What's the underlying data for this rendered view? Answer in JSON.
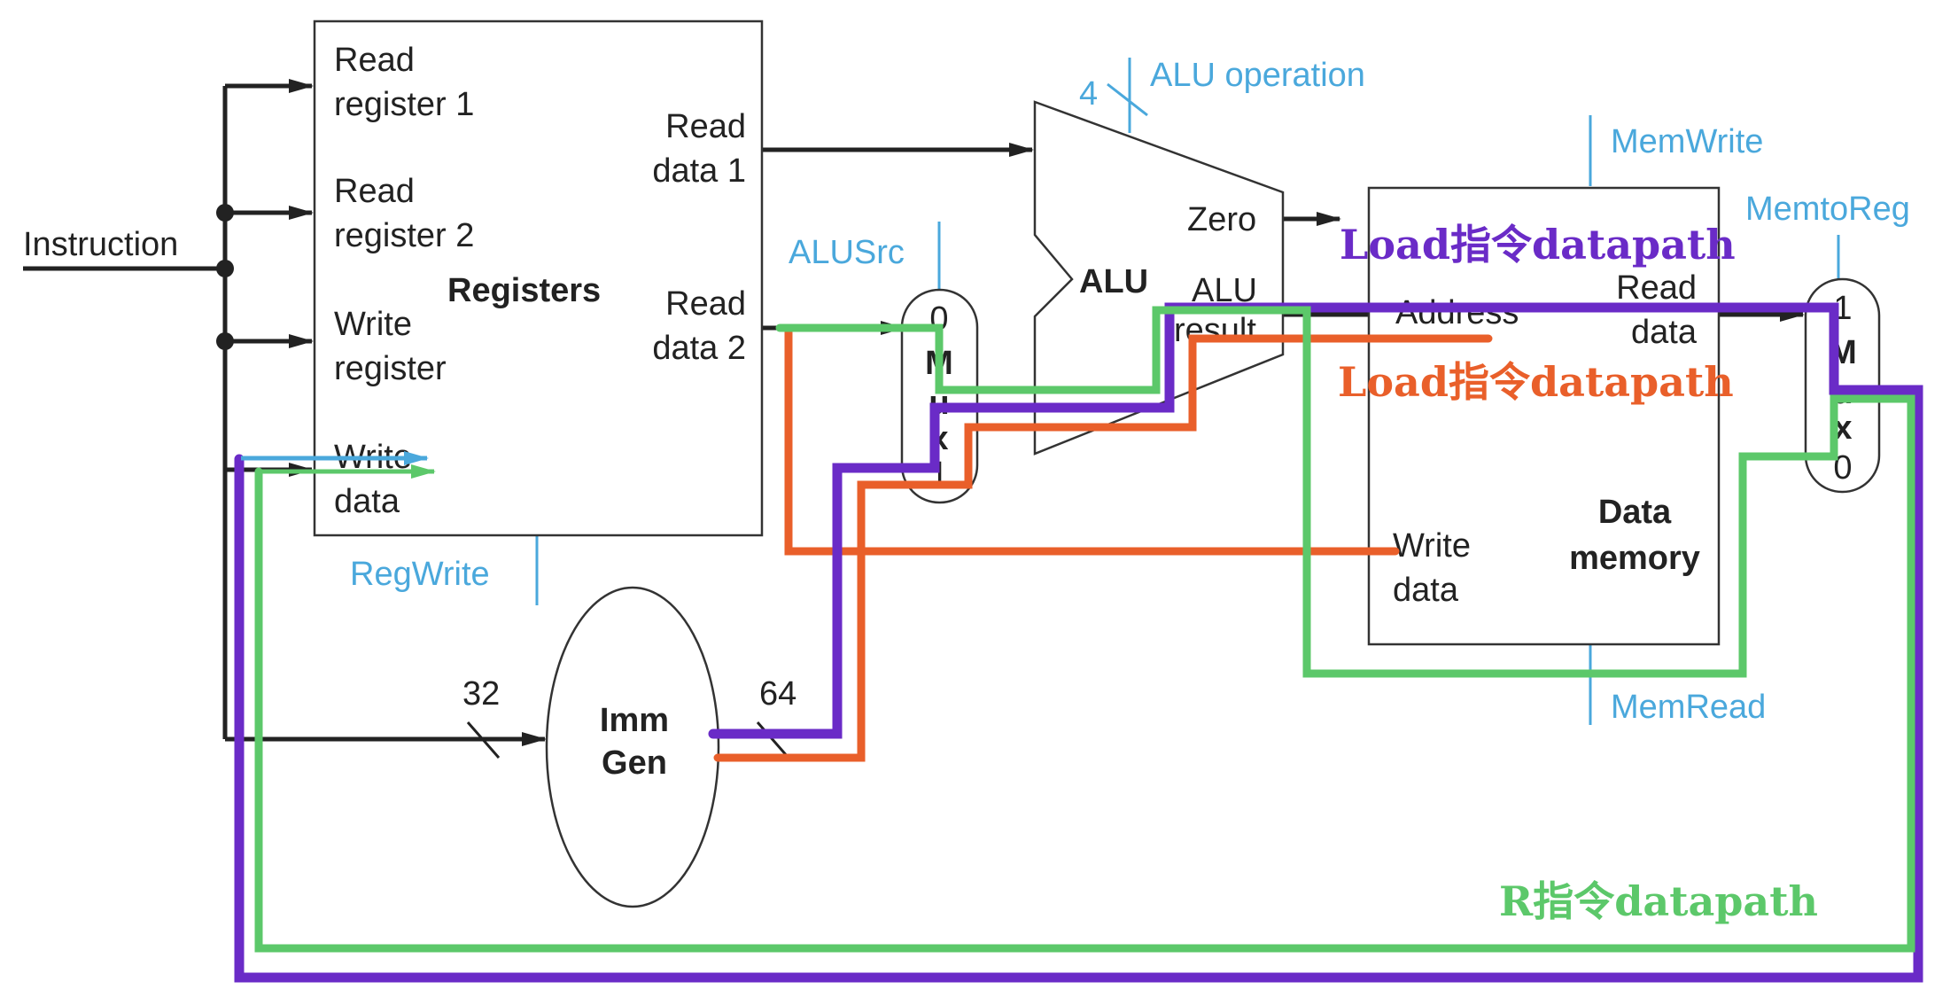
{
  "labels": {
    "instruction": "Instruction",
    "read_register_1": [
      "Read",
      "register 1"
    ],
    "read_register_2": [
      "Read",
      "register 2"
    ],
    "write_register": [
      "Write",
      "register"
    ],
    "write_data_reg": [
      "Write",
      "data"
    ],
    "registers": "Registers",
    "read_data_1": [
      "Read",
      "data 1"
    ],
    "read_data_2": [
      "Read",
      "data 2"
    ],
    "reg_write": "RegWrite",
    "imm_gen": [
      "Imm",
      "Gen"
    ],
    "width_32": "32",
    "width_64": "64",
    "alu_src": "ALUSrc",
    "mux1": [
      "0",
      "M",
      "u",
      "x",
      "1"
    ],
    "alu_operation_width": "4",
    "alu_operation": "ALU operation",
    "alu": "ALU",
    "zero": "Zero",
    "alu_result": [
      "ALU",
      "result"
    ],
    "mem_write": "MemWrite",
    "mem_read": "MemRead",
    "memto_reg": "MemtoReg",
    "address": "Address",
    "read_data_mem": [
      "Read",
      "data"
    ],
    "write_data_mem": [
      "Write",
      "data"
    ],
    "data_memory": [
      "Data",
      "memory"
    ],
    "mux2": [
      "1",
      "M",
      "u",
      "x",
      "0"
    ]
  },
  "annotations": {
    "load_purple": "Load指令datapath",
    "load_orange": "Load指令datapath",
    "r_green": "R指令datapath"
  },
  "colors": {
    "wire": "#222222",
    "control": "#4aa8dc",
    "purple": "#6a2bc7",
    "orange": "#e95f2a",
    "green": "#5cc86a"
  }
}
